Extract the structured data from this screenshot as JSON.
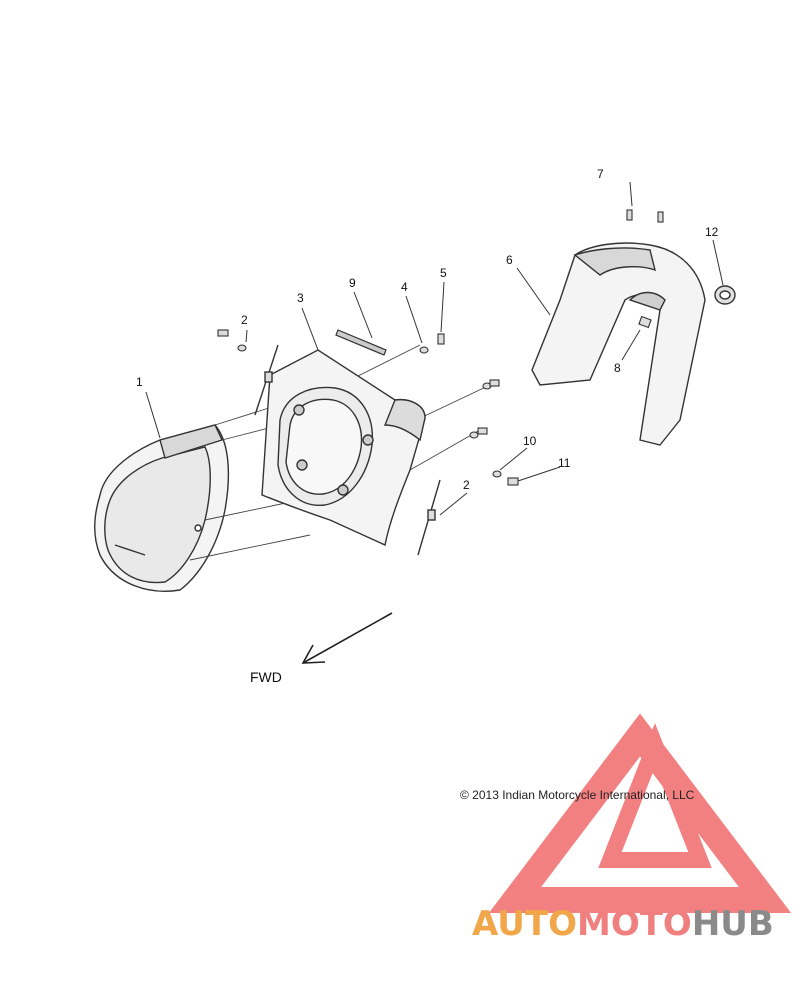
{
  "diagram": {
    "callouts": [
      "1",
      "2",
      "3",
      "4",
      "5",
      "2",
      "9",
      "6",
      "7",
      "12",
      "8",
      "10",
      "11"
    ],
    "direction_label": "FWD",
    "copyright": "© 2013 Indian Motorcycle International, LLC"
  },
  "watermark": {
    "part1": "AUTO",
    "part2": "MOTO",
    "part3": "HUB",
    "colors": {
      "auto": "#f2a64a",
      "moto": "#f07f7f",
      "hub": "#8a8a8a",
      "triangle": "#f06b6b"
    }
  }
}
